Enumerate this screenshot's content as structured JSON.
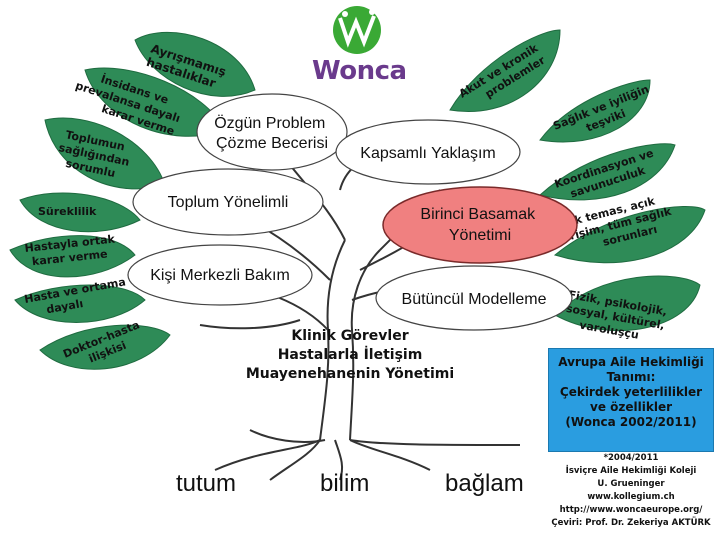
{
  "logo": {
    "text": "Wonca"
  },
  "left_leaves": [
    {
      "lines": [
        "Ayrışmamış",
        "hastalıklar"
      ]
    },
    {
      "lines": [
        "İnsidans ve",
        "prevalansa dayalı",
        "karar verme"
      ]
    },
    {
      "lines": [
        "Toplumun",
        "sağlığından",
        "sorumlu"
      ]
    },
    {
      "lines": [
        "Süreklilik"
      ]
    },
    {
      "lines": [
        "Hastayla ortak",
        "karar verme"
      ]
    },
    {
      "lines": [
        "Hasta ve ortama",
        "dayalı"
      ]
    },
    {
      "lines": [
        "Doktor-hasta",
        "ilişkisi"
      ]
    }
  ],
  "right_leaves": [
    {
      "lines": [
        "Akut ve kronik",
        "problemler"
      ]
    },
    {
      "lines": [
        "Sağlık ve iyiliğin",
        "teşviki"
      ]
    },
    {
      "lines": [
        "Koordinasyon ve",
        "savunuculuk"
      ]
    },
    {
      "lines": [
        "İlk temas, açık",
        "erişim, tüm sağlık",
        "sorunları"
      ]
    },
    {
      "lines": [
        "Fizik, psikolojik,",
        "sosyal, kültürel,",
        "varoluşçu"
      ]
    }
  ],
  "ovals": [
    {
      "lines": [
        "Özgün Problem",
        "Çözme Becerisi"
      ]
    },
    {
      "lines": [
        "Kapsamlı Yaklaşım"
      ]
    },
    {
      "lines": [
        "Toplum Yönelimli"
      ]
    },
    {
      "lines": [
        "Birinci Basamak",
        "Yönetimi"
      ],
      "highlight": true
    },
    {
      "lines": [
        "Kişi Merkezli Bakım"
      ]
    },
    {
      "lines": [
        "Bütüncül Modelleme"
      ]
    }
  ],
  "tasks": [
    "Klinik Görevler",
    "Hastalarla İletişim",
    "Muayenehanenin Yönetimi"
  ],
  "roots": [
    "tutum",
    "bilim",
    "bağlam"
  ],
  "info_box": [
    "Avrupa Aile Hekimliği",
    "Tanımı:",
    "Çekirdek yeterlilikler",
    "ve özellikler",
    "(Wonca 2002/2011)"
  ],
  "credits": [
    "*2004/2011",
    "İsviçre Aile Hekimliği Koleji",
    "U. Grueninger",
    "www.kollegium.ch",
    "http://www.woncaeurope.org/",
    "Çeviri: Prof. Dr. Zekeriya AKTÜRK"
  ],
  "colors": {
    "leaf": "#2e8b57",
    "leaf_dark": "#1f6b40",
    "highlight": "#f08080",
    "info": "#2a9de0",
    "logo_green": "#3aa935",
    "logo_purple": "#6a3a8c"
  }
}
